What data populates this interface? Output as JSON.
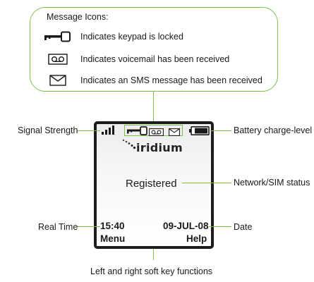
{
  "callout": {
    "title": "Message Icons:",
    "items": [
      {
        "icon": "keypad-lock-icon",
        "text": "Indicates keypad is locked"
      },
      {
        "icon": "voicemail-icon",
        "text": "Indicates voicemail has been received"
      },
      {
        "icon": "envelope-icon",
        "text": "Indicates an SMS message has been received"
      }
    ]
  },
  "screen": {
    "brand": "iridium",
    "status": "Registered",
    "time": "15:40",
    "date": "09-JUL-08",
    "left_softkey": "Menu",
    "right_softkey": "Help"
  },
  "labels": {
    "signal_strength": "Signal Strength",
    "battery": "Battery charge-level",
    "network_status": "Network/SIM status",
    "real_time": "Real Time",
    "date": "Date",
    "soft_keys": "Left and right soft key functions"
  },
  "colors": {
    "callout_border": "#7cbf4a",
    "screen_border": "#1c1c1c",
    "text": "#1a1a1a"
  }
}
